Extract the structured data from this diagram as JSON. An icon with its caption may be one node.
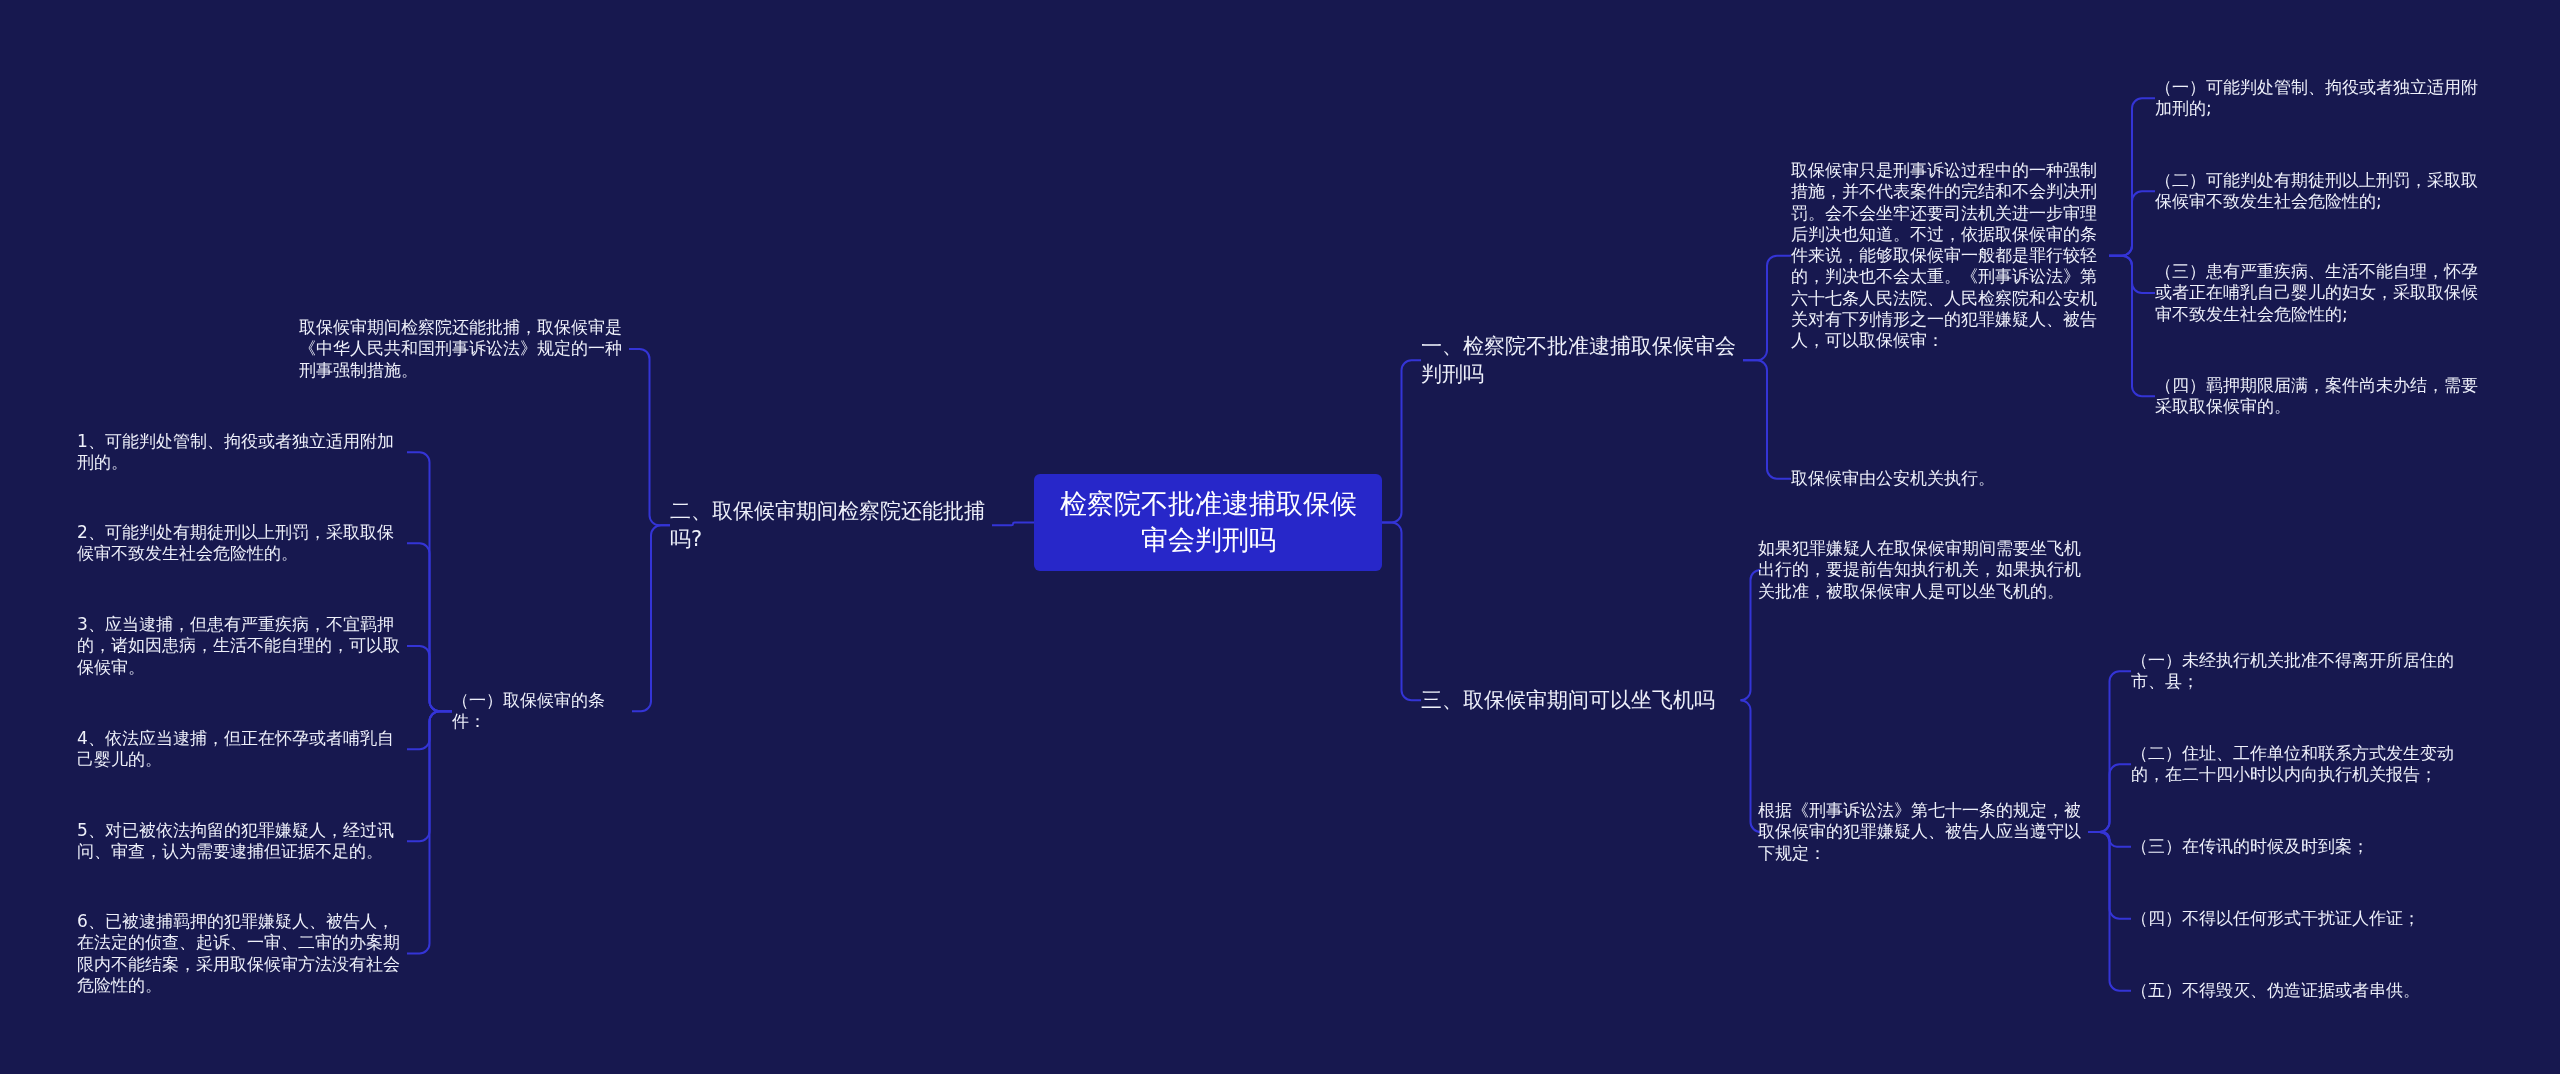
{
  "diagram": {
    "nodes": [
      {
        "text": [
          "检察院不批准逮捕取保候审会判刑吗"
        ]
      },
      {
        "text": [
          "一、检察院不批准逮捕取保候审会判刑吗"
        ]
      },
      {
        "text": [
          "取保候审只是刑事诉讼过程中的一种强制措施，并不代表案件的完结和不会判决刑罚。会不会坐牢还要司法机关进一步审理后判决也知道。不过，依据取保候审的条件来说，能够取保候审一般都是罪行较轻的，判决也不会太重。《刑事诉讼法》第六十七条人民法院、人民检察院和公安机关对有下列情形之一的犯罪嫌疑人、被告人，可以取保候审："
        ]
      },
      {
        "text": [
          "（一）可能判处管制、拘役或者独立适用附加刑的;"
        ]
      },
      {
        "text": [
          "（二）可能判处有期徒刑以上刑罚，采取取保候审不致发生社会危险性的;"
        ]
      },
      {
        "text": [
          "（三）患有严重疾病、生活不能自理，怀孕或者正在哺乳自己婴儿的妇女，采取取保候审不致发生社会危险性的;"
        ]
      },
      {
        "text": [
          "（四）羁押期限届满，案件尚未办结，需要采取取保候审的。"
        ]
      },
      {
        "text": [
          "取保候审由公安机关执行。"
        ]
      },
      {
        "text": [
          "三、取保候审期间可以坐飞机吗"
        ]
      },
      {
        "text": [
          "如果犯罪嫌疑人在取保候审期间需要坐飞机出行的，要提前告知执行机关，如果执行机关批准，被取保候审人是可以坐飞机的。"
        ]
      },
      {
        "text": [
          "根据《刑事诉讼法》第七十一条的规定，被取保候审的犯罪嫌疑人、被告人应当遵守以下规定："
        ]
      },
      {
        "text": [
          "（一）未经执行机关批准不得离开所居住的市、县；"
        ]
      },
      {
        "text": [
          "（二）住址、工作单位和联系方式发生变动的，在二十四小时以内向执行机关报告；"
        ]
      },
      {
        "text": [
          "（三）在传讯的时候及时到案；"
        ]
      },
      {
        "text": [
          "（四）不得以任何形式干扰证人作证；"
        ]
      },
      {
        "text": [
          "（五）不得毁灭、伪造证据或者串供。"
        ]
      },
      {
        "text": [
          "二、取保候审期间检察院还能批捕吗?"
        ]
      },
      {
        "text": [
          "取保候审期间检察院还能批捕，取保候审是《中华人民共和国刑事诉讼法》规定的一种刑事强制措施。"
        ]
      },
      {
        "text": [
          "（一）取保候审的条件："
        ]
      },
      {
        "text": [
          "1、可能判处管制、拘役或者独立适用附加刑的。"
        ]
      },
      {
        "text": [
          "2、可能判处有期徒刑以上刑罚，采取取保候审不致发生社会危险性的。"
        ]
      },
      {
        "text": [
          "3、应当逮捕，但患有严重疾病，不宜羁押的，诸如因患病，生活不能自理的，可以取保候审。"
        ]
      },
      {
        "text": [
          "4、依法应当逮捕，但正在怀孕或者哺乳自己婴儿的。"
        ]
      },
      {
        "text": [
          "5、对已被依法拘留的犯罪嫌疑人，经过讯问、审查，认为需要逮捕但证据不足的。"
        ]
      },
      {
        "text": [
          "6、已被逮捕羁押的犯罪嫌疑人、被告人，在法定的侦查、起诉、一审、二审的办案期限内不能结案，采用取保候审方法没有社会危险性的。"
        ]
      }
    ],
    "edges": [
      {
        "from": 0,
        "to": 1,
        "arrow": "none"
      },
      {
        "from": 1,
        "to": 2,
        "arrow": "none"
      },
      {
        "from": 2,
        "to": 3,
        "arrow": "none"
      },
      {
        "from": 2,
        "to": 4,
        "arrow": "none"
      },
      {
        "from": 2,
        "to": 5,
        "arrow": "none"
      },
      {
        "from": 2,
        "to": 6,
        "arrow": "none"
      },
      {
        "from": 1,
        "to": 7,
        "arrow": "none"
      },
      {
        "from": 0,
        "to": 8,
        "arrow": "none"
      },
      {
        "from": 8,
        "to": 9,
        "arrow": "none"
      },
      {
        "from": 8,
        "to": 10,
        "arrow": "none"
      },
      {
        "from": 10,
        "to": 11,
        "arrow": "none"
      },
      {
        "from": 10,
        "to": 12,
        "arrow": "none"
      },
      {
        "from": 10,
        "to": 13,
        "arrow": "none"
      },
      {
        "from": 10,
        "to": 14,
        "arrow": "none"
      },
      {
        "from": 10,
        "to": 15,
        "arrow": "none"
      },
      {
        "from": 0,
        "to": 16,
        "arrow": "none"
      },
      {
        "from": 16,
        "to": 17,
        "arrow": "none"
      },
      {
        "from": 16,
        "to": 18,
        "arrow": "none"
      },
      {
        "from": 18,
        "to": 19,
        "arrow": "none"
      },
      {
        "from": 18,
        "to": 20,
        "arrow": "none"
      },
      {
        "from": 18,
        "to": 21,
        "arrow": "none"
      },
      {
        "from": 18,
        "to": 22,
        "arrow": "none"
      },
      {
        "from": 18,
        "to": 23,
        "arrow": "none"
      },
      {
        "from": 18,
        "to": 24,
        "arrow": "none"
      }
    ]
  }
}
